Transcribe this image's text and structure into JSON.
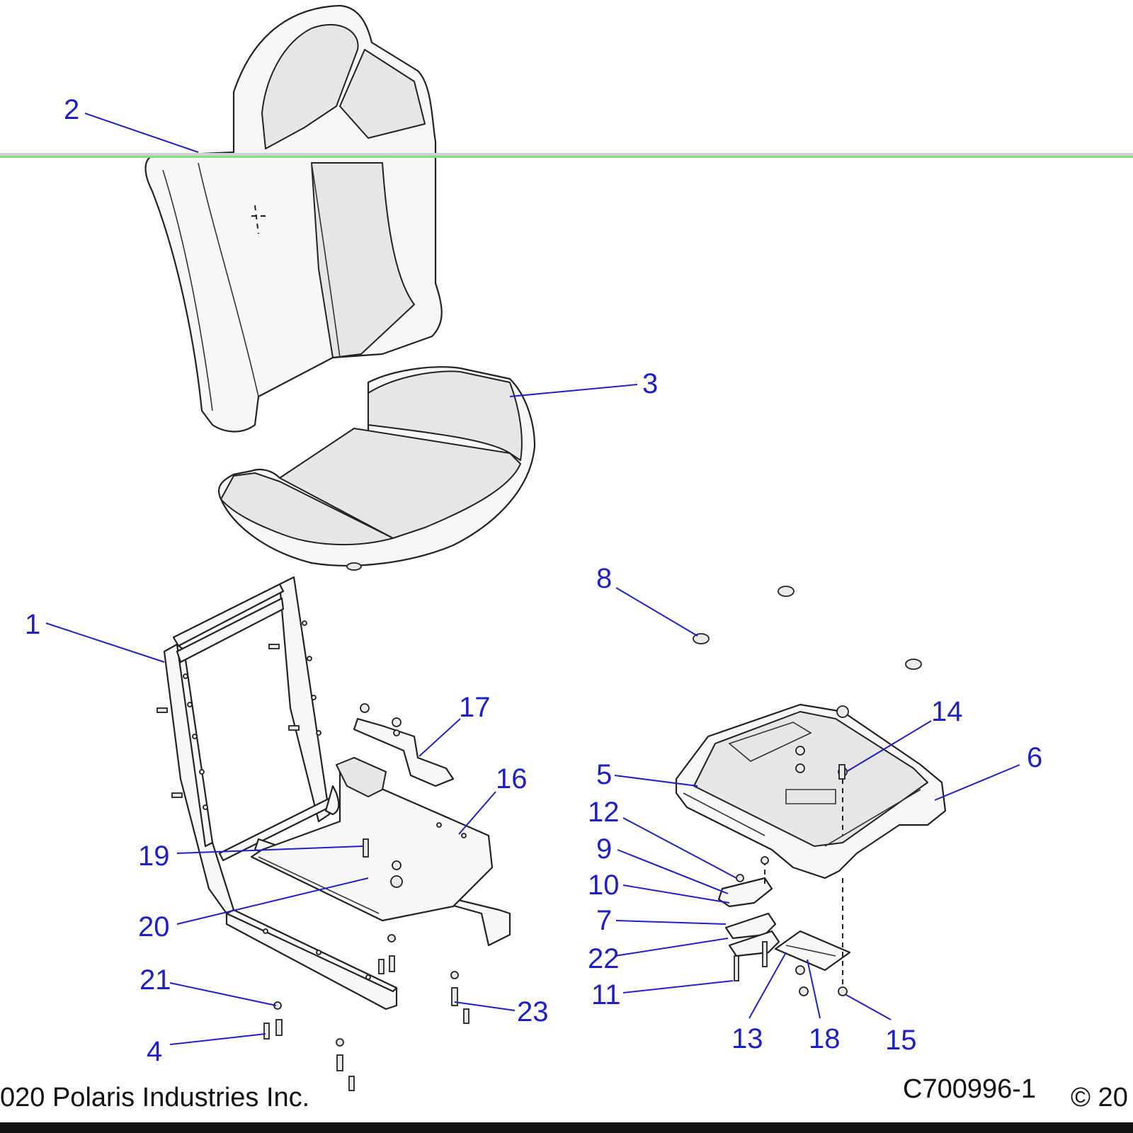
{
  "callouts": [
    {
      "label": "1"
    },
    {
      "label": "2"
    },
    {
      "label": "3"
    },
    {
      "label": "4"
    },
    {
      "label": "5"
    },
    {
      "label": "6"
    },
    {
      "label": "7"
    },
    {
      "label": "8"
    },
    {
      "label": "9"
    },
    {
      "label": "10"
    },
    {
      "label": "11"
    },
    {
      "label": "12"
    },
    {
      "label": "13"
    },
    {
      "label": "14"
    },
    {
      "label": "15"
    },
    {
      "label": "16"
    },
    {
      "label": "17"
    },
    {
      "label": "18"
    },
    {
      "label": "19"
    },
    {
      "label": "20"
    },
    {
      "label": "21"
    },
    {
      "label": "22"
    },
    {
      "label": "23"
    }
  ],
  "footer": {
    "copyright_left": "020 Polaris Industries Inc.",
    "diagram_code": "C700996-1",
    "copyright_right": "© 20"
  },
  "colors": {
    "callout": "#1f1fc8",
    "scan_line": "#7fe07f"
  }
}
